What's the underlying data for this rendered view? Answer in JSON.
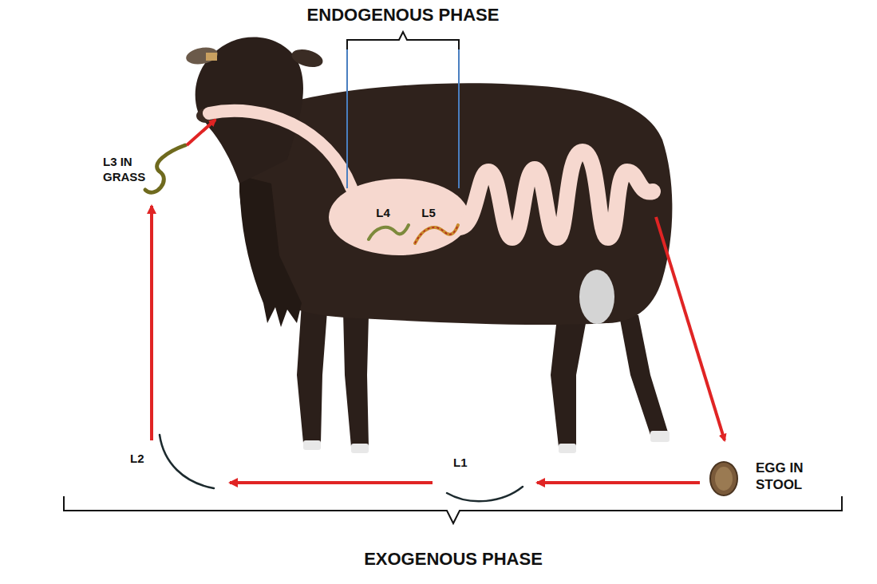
{
  "diagram": {
    "nodes": [
      {
        "text": [
          "L3 IN GRASS"
        ]
      },
      {
        "text": [
          "L2"
        ]
      },
      {
        "text": [
          "L1"
        ]
      },
      {
        "text": [
          "EGG IN STOOL"
        ]
      }
    ],
    "edges": [
      {
        "from": 3,
        "to": 2,
        "arrow": "to"
      },
      {
        "from": 2,
        "to": 1,
        "arrow": "to"
      },
      {
        "from": 1,
        "to": 0,
        "arrow": "to"
      }
    ],
    "labels": [
      "ENDOGENOUS PHASE",
      "L4",
      "L5",
      "EXOGENOUS PHASE"
    ]
  }
}
